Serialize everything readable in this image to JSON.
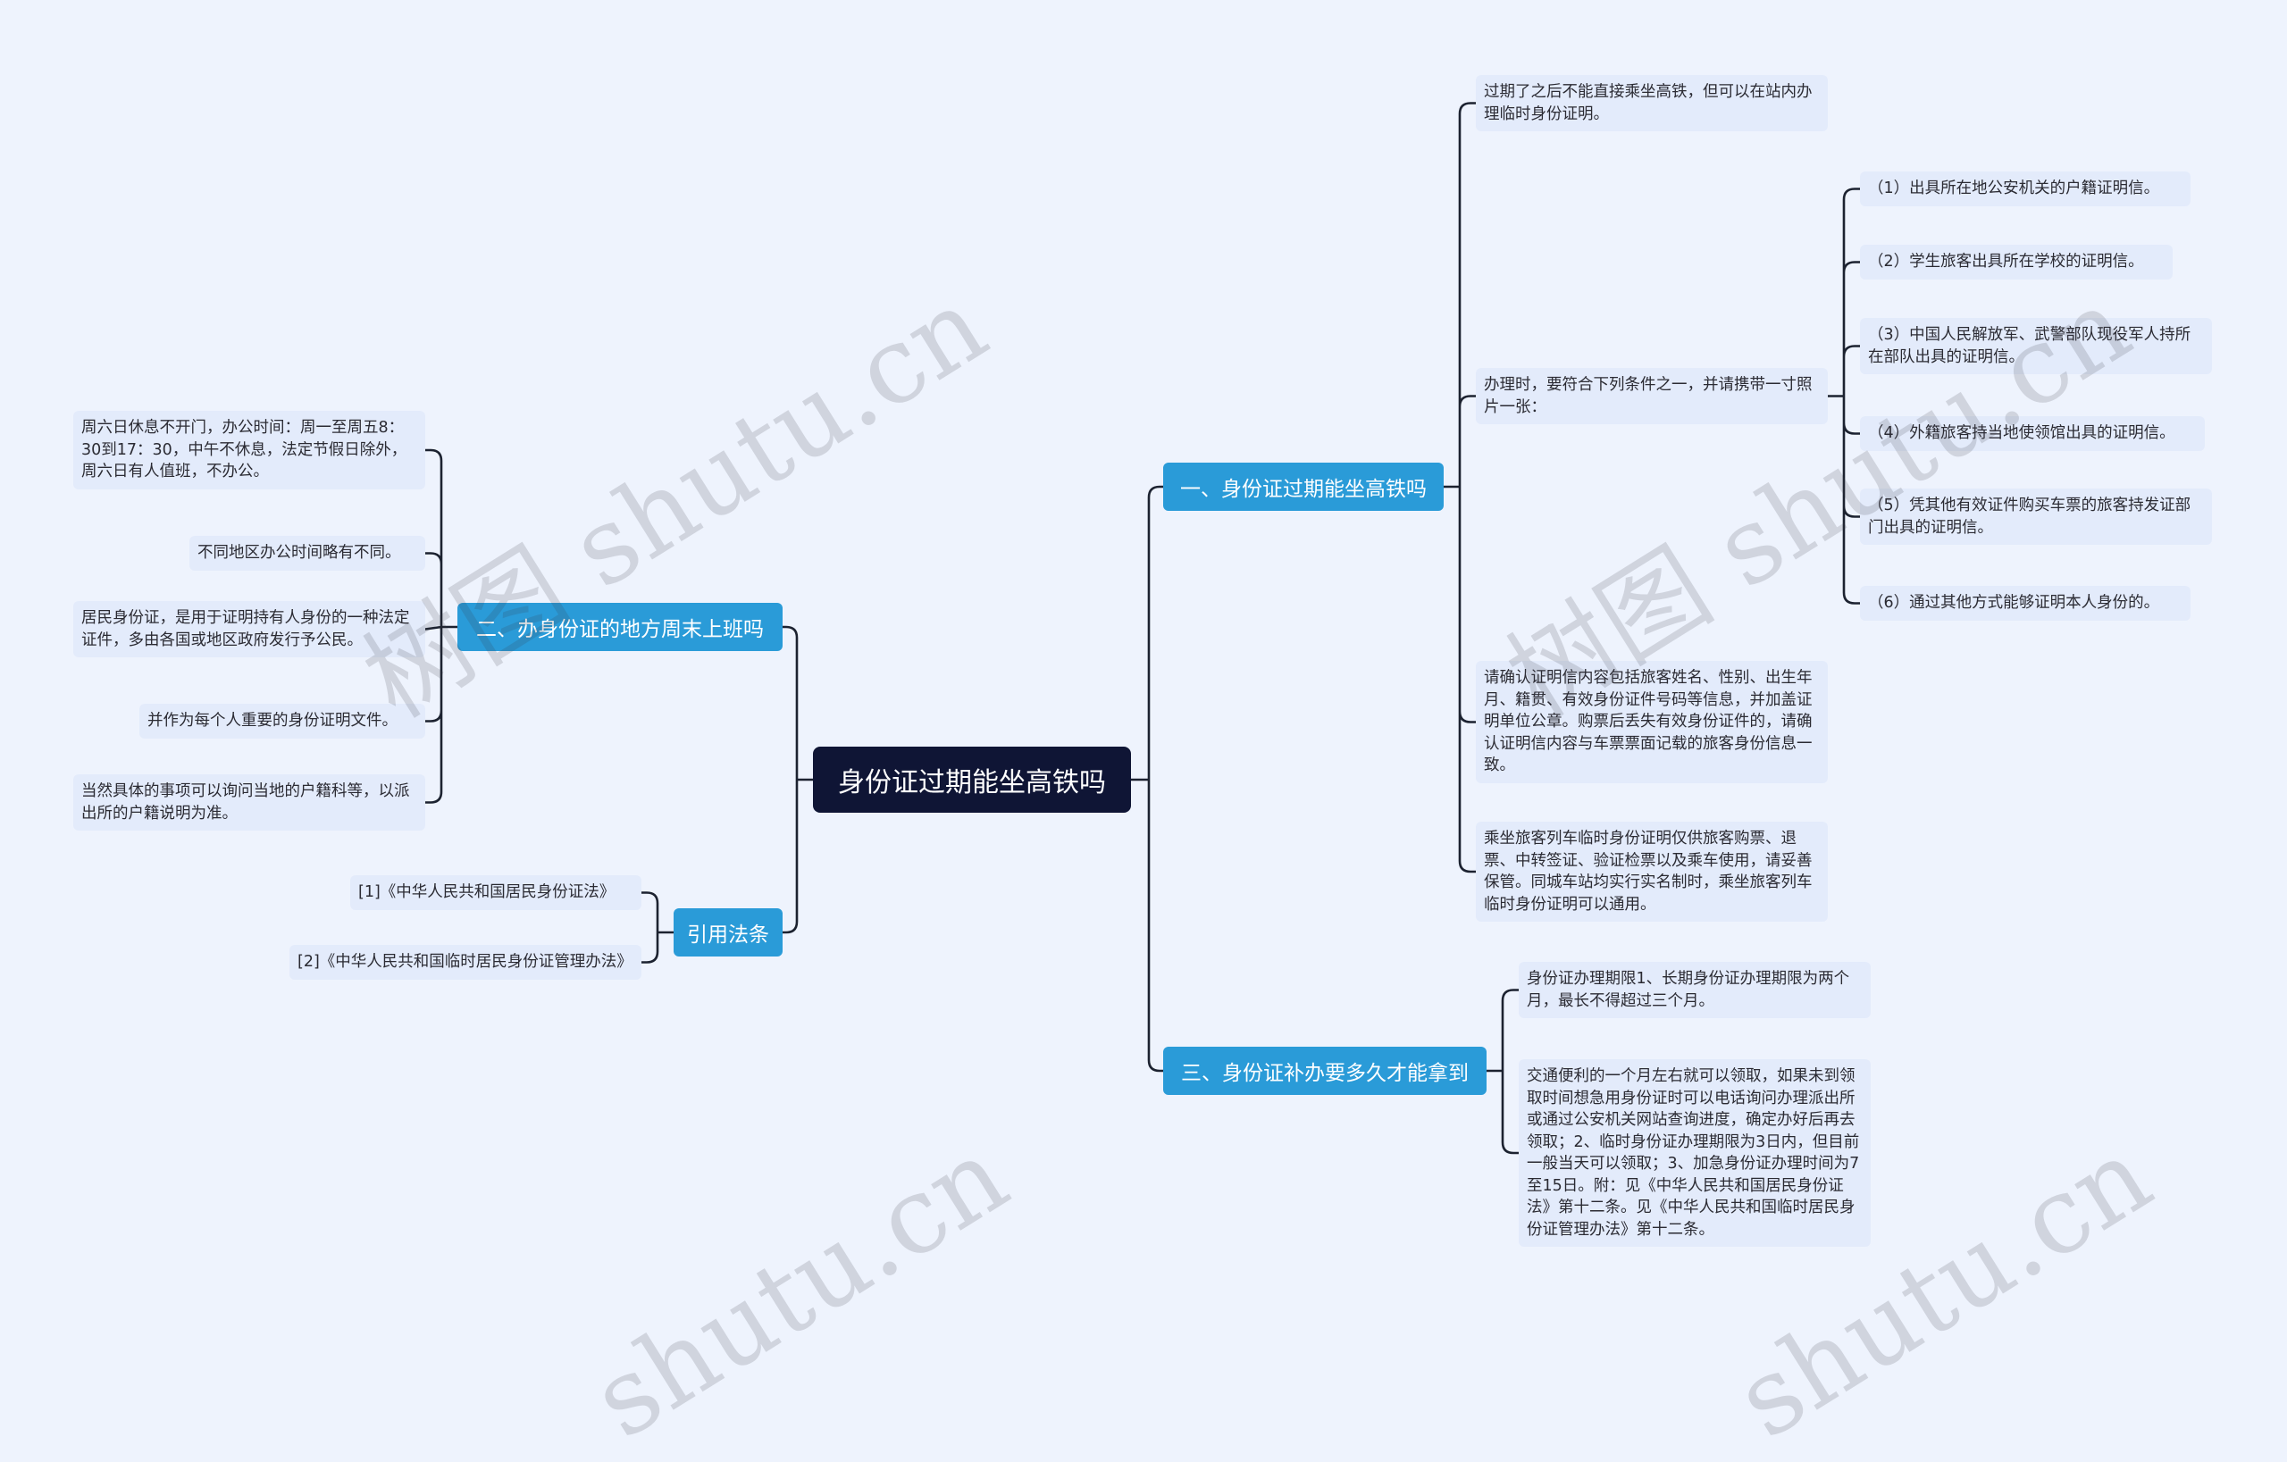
{
  "root": "身份证过期能坐高铁吗",
  "branches": {
    "b1": {
      "label": "一、身份证过期能坐高铁吗",
      "c1": "过期了之后不能直接乘坐高铁，但可以在站内办理临时身份证明。",
      "c2": {
        "label": "办理时，要符合下列条件之一，并请携带一寸照片一张：",
        "items": [
          "（1）出具所在地公安机关的户籍证明信。",
          "（2）学生旅客出具所在学校的证明信。",
          "（3）中国人民解放军、武警部队现役军人持所在部队出具的证明信。",
          "（4）外籍旅客持当地使领馆出具的证明信。",
          "（5）凭其他有效证件购买车票的旅客持发证部门出具的证明信。",
          "（6）通过其他方式能够证明本人身份的。"
        ]
      },
      "c3": "请确认证明信内容包括旅客姓名、性别、出生年月、籍贯、有效身份证件号码等信息，并加盖证明单位公章。购票后丢失有效身份证件的，请确认证明信内容与车票票面记载的旅客身份信息一致。",
      "c4": "乘坐旅客列车临时身份证明仅供旅客购票、退票、中转签证、验证检票以及乘车使用，请妥善保管。同城车站均实行实名制时，乘坐旅客列车临时身份证明可以通用。"
    },
    "b2": {
      "label": "二、办身份证的地方周末上班吗",
      "items": [
        "周六日休息不开门，办公时间：周一至周五8：30到17：30，中午不休息，法定节假日除外，周六日有人值班，不办公。",
        "不同地区办公时间略有不同。",
        "居民身份证，是用于证明持有人身份的一种法定证件，多由各国或地区政府发行予公民。",
        "并作为每个人重要的身份证明文件。",
        "当然具体的事项可以询问当地的户籍科等，以派出所的户籍说明为准。"
      ]
    },
    "b3": {
      "label": "三、身份证补办要多久才能拿到",
      "items": [
        "身份证办理期限1、长期身份证办理期限为两个月，最长不得超过三个月。",
        "交通便利的一个月左右就可以领取，如果未到领取时间想急用身份证时可以电话询问办理派出所或通过公安机关网站查询进度，确定办好后再去领取；2、临时身份证办理期限为3日内，但目前一般当天可以领取；3、加急身份证办理时间为7至15日。附：见《中华人民共和国居民身份证法》第十二条。见《中华人民共和国临时居民身份证管理办法》第十二条。"
      ]
    },
    "b4": {
      "label": "引用法条",
      "items": [
        "[1]《中华人民共和国居民身份证法》",
        "[2]《中华人民共和国临时居民身份证管理办法》"
      ]
    }
  },
  "watermarks": [
    "树图 shutu.cn",
    "树图 shutu.cn",
    "shutu.cn",
    "shutu.cn"
  ],
  "colors": {
    "background": "#eef3fd",
    "root": "#0f1535",
    "branch": "#2a9bd8",
    "leaf": "#e3ebfb",
    "connector": "#1c2230"
  }
}
